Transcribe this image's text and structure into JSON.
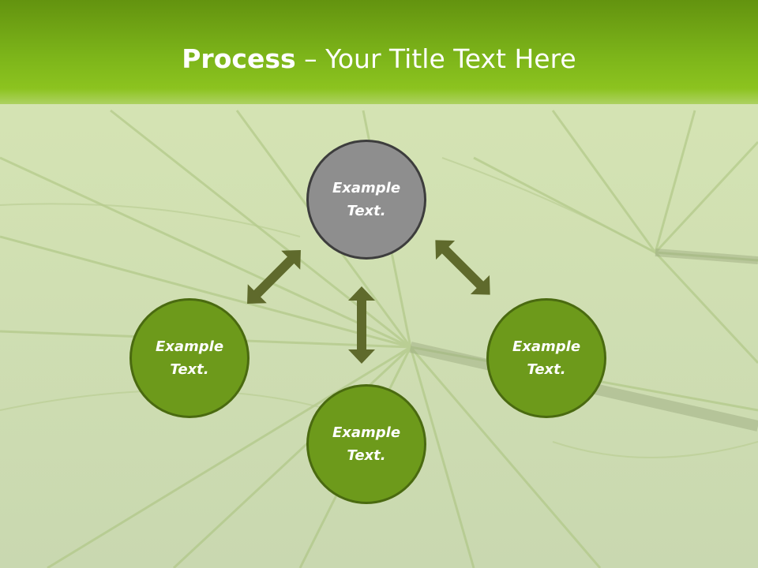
{
  "slide": {
    "title_bold": "Process",
    "title_rest": " – Your Title Text Here"
  },
  "nodes": {
    "top": "Example Text.",
    "left": "Example Text.",
    "right": "Example Text.",
    "bottom": "Example Text."
  },
  "colors": {
    "header": "#7db51a",
    "node_green": "#6d9a1b",
    "node_gray": "#8e8e8e",
    "arrow": "#5f6a2c"
  },
  "background": "palm-leaves-photo"
}
